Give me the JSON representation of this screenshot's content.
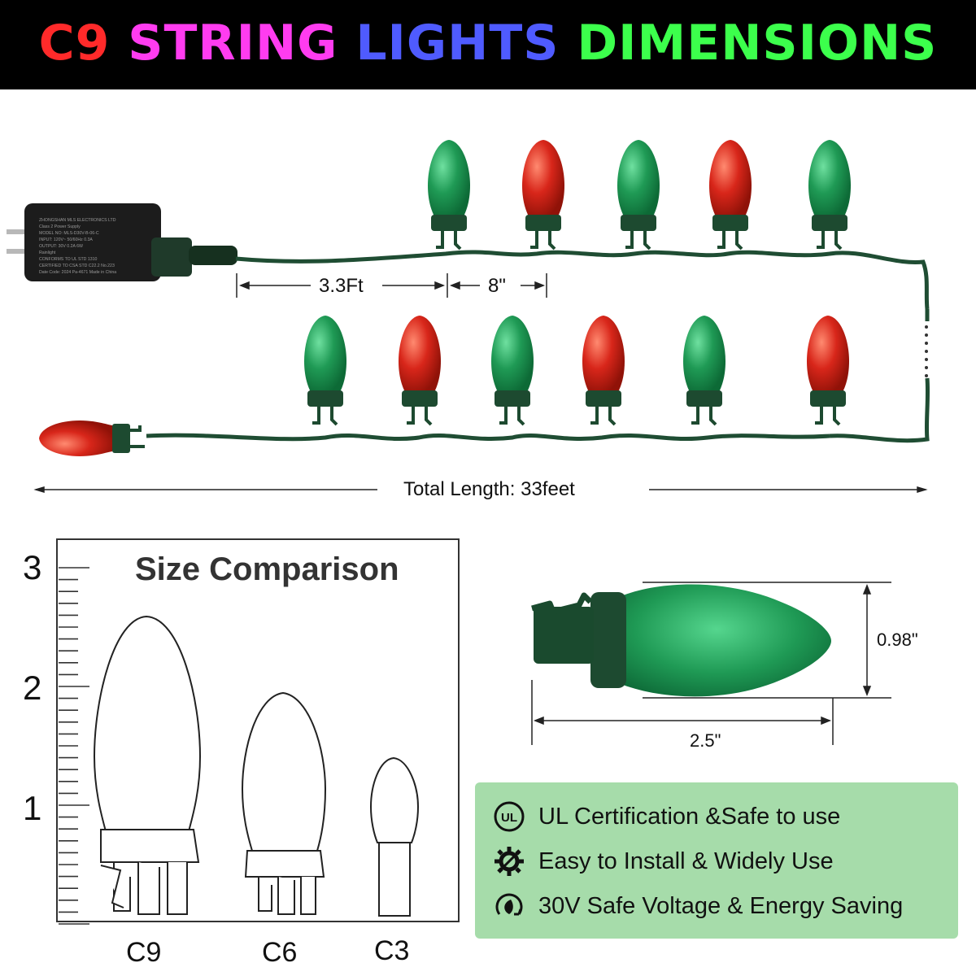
{
  "header": {
    "title_words": [
      {
        "text": "C9",
        "color": "#ff2a2a"
      },
      {
        "text": "STRING",
        "color": "#ff3cf0"
      },
      {
        "text": "LIGHTS",
        "color": "#4f5bff"
      },
      {
        "text": "DIMENSIONS",
        "color": "#3cff4c"
      }
    ]
  },
  "dimensions": {
    "lead_length": "3.3Ft",
    "bulb_spacing": "8\"",
    "total_length": "Total Length: 33feet",
    "bulb_height": "0.98\"",
    "bulb_length": "2.5\""
  },
  "adapter_label_lines": [
    "ZHONGSHAN MLS ELECTRONICS LTD",
    "Class 2 Power Supply",
    "MODEL NO: MLS-D30V-B-06-C",
    "INPUT: 120V~ 50/60Hz 0.3A",
    "OUTPUT: 30V 0.2A 6W",
    "Rainlight",
    "CONFORMS TO UL STD 1310",
    "CERTIFIED TO CSA STD C22.2 No.223",
    "Date Code: 2024  Pa-4671  Made in China"
  ],
  "size_comparison": {
    "title": "Size Comparison",
    "scale_labels": [
      "3",
      "2",
      "1"
    ],
    "bulbs": [
      "C9",
      "C6",
      "C3"
    ]
  },
  "features": [
    {
      "icon": "ul-certification-icon",
      "text": "UL Certification &Safe to use"
    },
    {
      "icon": "gear-tools-icon",
      "text": "Easy to Install & Widely Use"
    },
    {
      "icon": "energy-leaf-icon",
      "text": "30V Safe Voltage & Energy Saving"
    }
  ],
  "colors": {
    "bulb_green": "#1f9a55",
    "bulb_red": "#d8261a",
    "wire": "#1f4d33",
    "features_bg": "#a6dcaa"
  }
}
